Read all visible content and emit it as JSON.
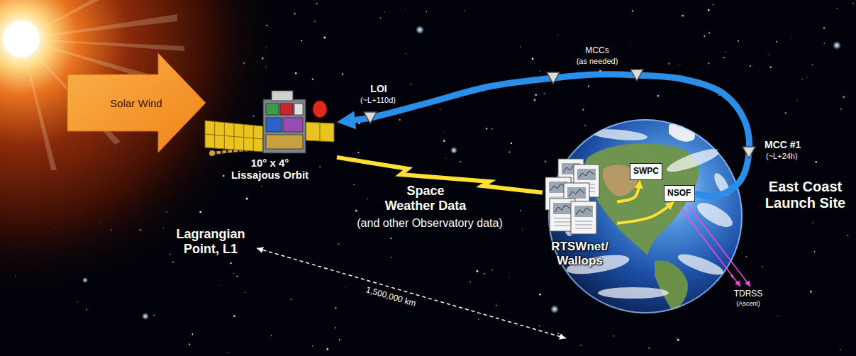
{
  "diagram": {
    "nodes": [
      {
        "text": [
          "Solar Wind"
        ]
      },
      {
        "text": [
          "10° x 4° Lissajous Orbit"
        ]
      },
      {
        "text": [
          "East Coast Launch Site"
        ]
      },
      {
        "text": [
          "SWPC"
        ],
        "in": 2
      },
      {
        "text": [
          "NSOF"
        ],
        "in": 2
      },
      {
        "text": [
          "RTSWnet/ Wallops"
        ]
      }
    ],
    "edges": [
      {
        "from": 4,
        "to": 1,
        "arrow": "to"
      },
      {
        "from": 1,
        "to": 5,
        "arrow": "none"
      },
      {
        "from": 5,
        "to": 3,
        "arrow": "to"
      },
      {
        "from": 5,
        "to": 4,
        "arrow": "to"
      }
    ],
    "labels": [
      "MCCs",
      "(as needed)",
      "LOI",
      "(~L+110d)",
      "MCC #1",
      "(~L+24h)",
      "Space Weather Data",
      "(and other Observatory data)",
      "TDRSS",
      "(Ascent)",
      "Lagrangian Point, L1",
      "1,500,000 km"
    ]
  }
}
